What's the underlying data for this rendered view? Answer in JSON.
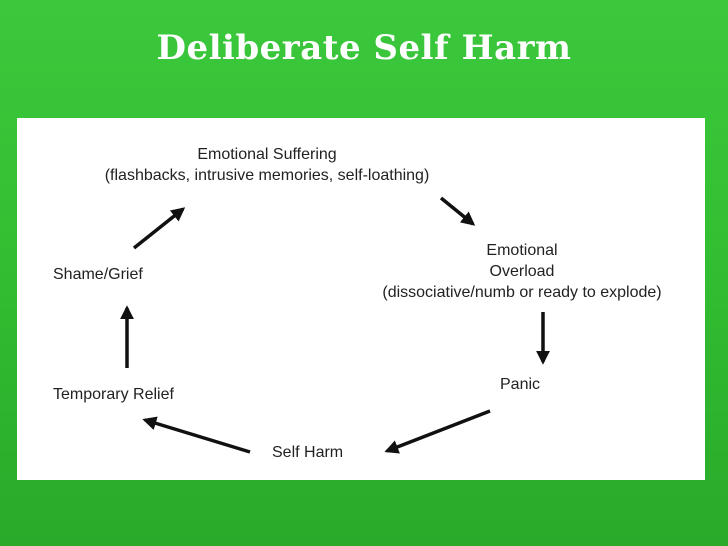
{
  "title": "Deliberate Self Harm",
  "nodes": {
    "emotional_suffering": {
      "title": "Emotional Suffering",
      "detail": "(flashbacks, intrusive memories, self-loathing)"
    },
    "emotional_overload": {
      "title_line1": "Emotional",
      "title_line2": "Overload",
      "detail": "(dissociative/numb or ready to explode)"
    },
    "panic": {
      "title": "Panic"
    },
    "self_harm": {
      "title": "Self Harm"
    },
    "temporary_relief": {
      "title": "Temporary Relief"
    },
    "shame_grief": {
      "title": "Shame/Grief"
    }
  },
  "colors": {
    "background": "#35c235",
    "panel": "#ffffff",
    "text": "#222222",
    "arrow": "#111111"
  }
}
